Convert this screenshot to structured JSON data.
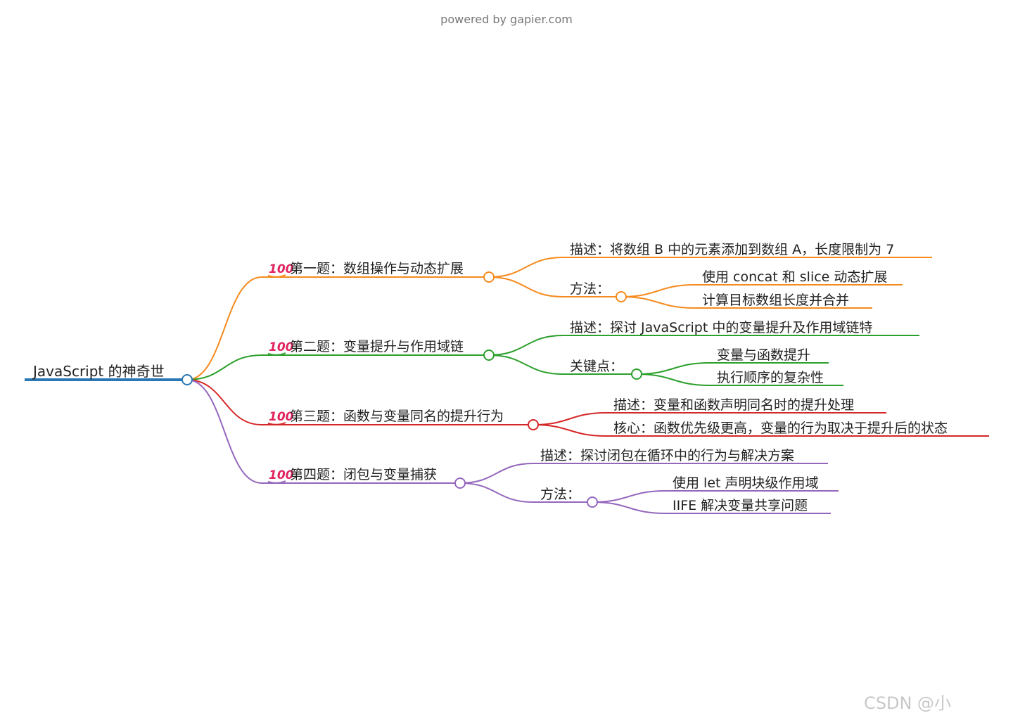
{
  "credit": "powered by gapier.com",
  "watermark": "CSDN @小",
  "colors": {
    "root": "#2a77b4",
    "q1": "#f58b1f",
    "q2": "#2ca02c",
    "q3": "#d62728",
    "q4": "#9467bd",
    "text": "#222222"
  },
  "emoji_badge": "100",
  "root": {
    "text": "JavaScript 的神奇世"
  },
  "branches": [
    {
      "id": "q1",
      "title": "第一题：数组操作与动态扩展",
      "has_badge": true,
      "children": [
        {
          "text": "描述：将数组 B 中的元素添加到数组 A，长度限制为 7",
          "children": []
        },
        {
          "text": "方法：",
          "children": [
            {
              "text": "使用 concat 和 slice 动态扩展"
            },
            {
              "text": "计算目标数组长度并合并"
            }
          ]
        }
      ]
    },
    {
      "id": "q2",
      "title": "第二题：变量提升与作用域链",
      "has_badge": true,
      "children": [
        {
          "text": "描述：探讨 JavaScript 中的变量提升及作用域链特",
          "children": []
        },
        {
          "text": "关键点：",
          "children": [
            {
              "text": "变量与函数提升"
            },
            {
              "text": "执行顺序的复杂性"
            }
          ]
        }
      ]
    },
    {
      "id": "q3",
      "title": "第三题：函数与变量同名的提升行为",
      "has_badge": true,
      "children": [
        {
          "text": "描述：变量和函数声明同名时的提升处理",
          "children": []
        },
        {
          "text": "核心：函数优先级更高，变量的行为取决于提升后的状态",
          "children": []
        }
      ]
    },
    {
      "id": "q4",
      "title": "第四题：闭包与变量捕获",
      "has_badge": true,
      "children": [
        {
          "text": "描述：探讨闭包在循环中的行为与解决方案",
          "children": []
        },
        {
          "text": "方法：",
          "children": [
            {
              "text": "使用 let 声明块级作用域"
            },
            {
              "text": "IIFE 解决变量共享问题"
            }
          ]
        }
      ]
    }
  ]
}
